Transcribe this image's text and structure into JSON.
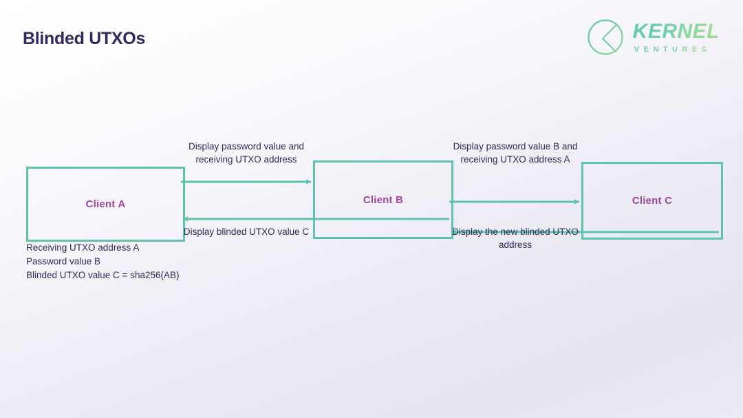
{
  "header": {
    "title": "Blinded UTXOs",
    "logo": {
      "mark_icon": "kernel-circle-k-icon",
      "brand": "KERNEL",
      "sub_brand": "VENTURES"
    }
  },
  "colors": {
    "title_navy": "#2e2a5e",
    "box_teal": "#5cc4ac",
    "client_purple": "#a0459b",
    "brand_green": "#7ed2a7",
    "background": "#eceaf3"
  },
  "diagram": {
    "type": "sequence-flow",
    "nodes": [
      {
        "id": "a",
        "label": "Client A"
      },
      {
        "id": "b",
        "label": "Client B"
      },
      {
        "id": "c",
        "label": "Client C"
      }
    ],
    "edges": [
      {
        "id": "ab-top",
        "from": "a",
        "to": "b",
        "direction": "right",
        "label": "Display password value and receiving UTXO address"
      },
      {
        "id": "ab-bottom",
        "from": "b",
        "to": "a",
        "direction": "left",
        "label": "Display blinded UTXO value C"
      },
      {
        "id": "bc-top",
        "from": "b",
        "to": "c",
        "direction": "right",
        "label": "Display password value B and receiving UTXO address A"
      },
      {
        "id": "bc-bottom",
        "from": "c",
        "to": "b",
        "direction": "left",
        "label": "Display the new blinded UTXO address"
      }
    ],
    "client_a_notes": [
      "Receiving UTXO address A",
      "Password value B",
      "Blinded UTXO value C = sha256(AB)"
    ]
  }
}
